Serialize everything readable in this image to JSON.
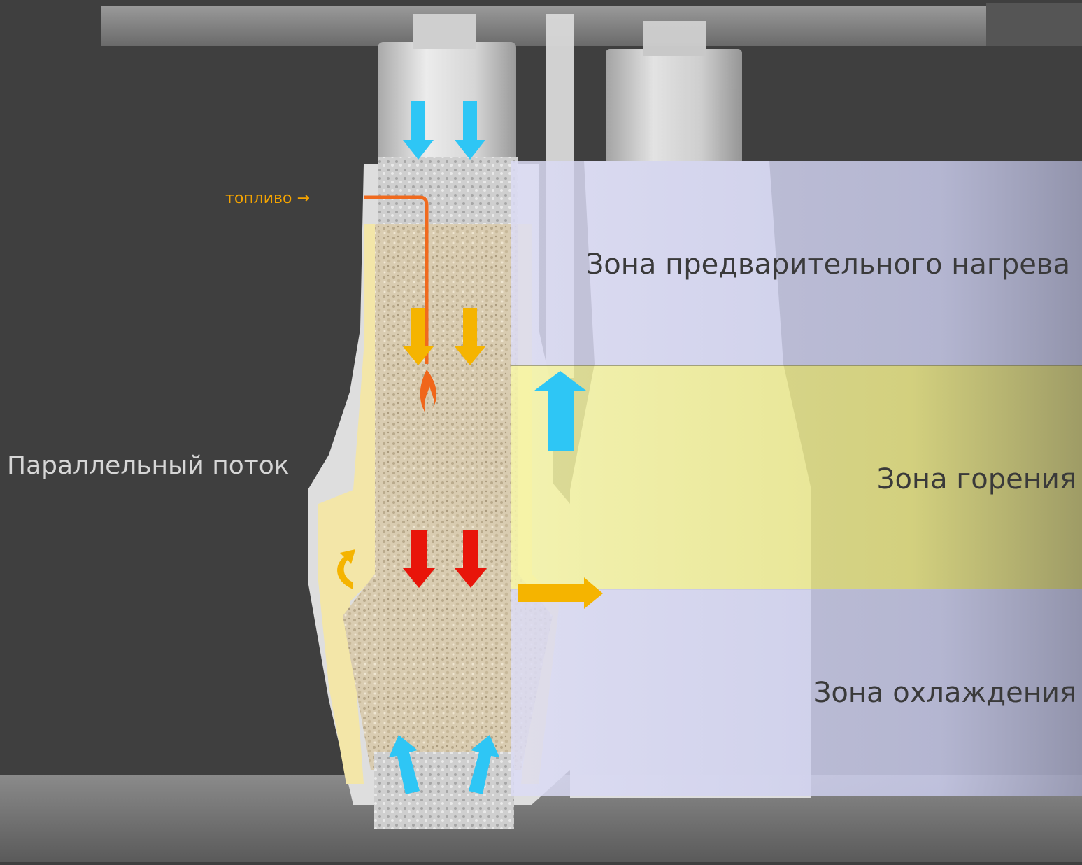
{
  "labels": {
    "fuel": "топливо →",
    "parallel_flow": "Параллельный поток",
    "zone_preheat": "Зона предварительного нагрева",
    "zone_burning": "Зона горения",
    "zone_cooling": "Зона охлаждения"
  },
  "colors": {
    "background": "#3f3f3f",
    "air_arrow": "#2ec6f5",
    "hot_gas_arrow": "#f5b400",
    "flame_arrow": "#e8150a",
    "fuel_line": "#f06a1e",
    "preheat_band": "#c9cbeb",
    "burning_band": "#f2f19a",
    "cooling_band": "#c9cbeb"
  },
  "icons": {
    "air_in": "arrow-down-icon",
    "air_up": "arrow-up-icon",
    "flame": "flame-icon"
  }
}
